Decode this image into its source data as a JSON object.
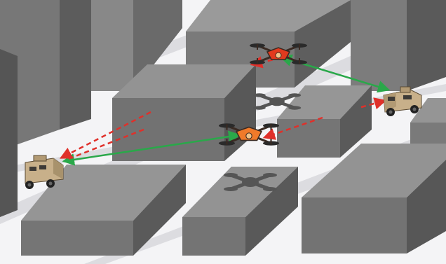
{
  "scene": {
    "colors": {
      "ground": "#f4f4f6",
      "road": "#d8d8dc",
      "building_top": "#8e8e8e",
      "building_front": "#6e6e6e",
      "building_side": "#555555",
      "uav_body": "#f07a2a",
      "uav_arm": "#3a2a22",
      "uav_shadow": "#555555",
      "link_green": "#2aa84a",
      "link_red": "#e0302a",
      "vehicle_tan": "#c8b08a"
    },
    "uavs": [
      {
        "id": "uav-1",
        "icon": "quadcopter-icon",
        "accent": "#e23a1e"
      },
      {
        "id": "uav-2",
        "icon": "quadcopter-icon",
        "accent": "#f07a2a"
      }
    ],
    "ground_nodes": [
      {
        "id": "vehicle-left",
        "icon": "armored-vehicle-icon"
      },
      {
        "id": "vehicle-right",
        "icon": "armored-vehicle-icon"
      }
    ],
    "links": [
      {
        "from": "uav-1",
        "to": "vehicle-right",
        "style": "solid",
        "color": "#2aa84a"
      },
      {
        "from": "uav-2",
        "to": "vehicle-left",
        "style": "solid",
        "color": "#2aa84a"
      },
      {
        "from": "vehicle-right",
        "to": "uav-1",
        "style": "dashed",
        "color": "#e0302a"
      },
      {
        "from": "building",
        "to": "vehicle-left",
        "style": "dashed",
        "color": "#e0302a"
      },
      {
        "from": "building",
        "to": "uav-2",
        "style": "dashed",
        "color": "#e0302a"
      }
    ]
  }
}
